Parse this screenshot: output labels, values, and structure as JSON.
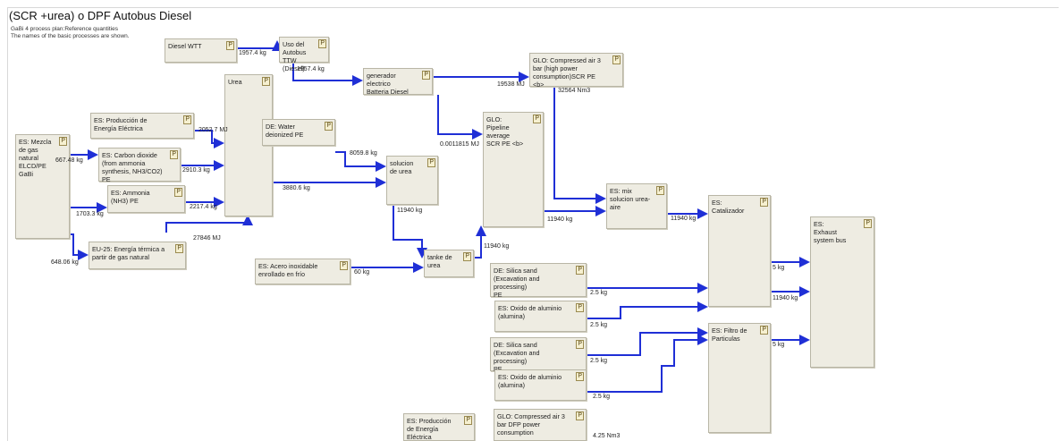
{
  "title": "(SCR +urea) o DPF  Autobus Diesel",
  "subtitle": [
    "GaBi 4 process plan:Reference quantities",
    "The names of the basic processes are shown."
  ],
  "colors": {
    "flow_arrow": "#1f2fd6",
    "process_fill": "#eeece2",
    "process_border": "#b9b6a6"
  },
  "processes": [
    {
      "id": "diesel_wtt",
      "label": "Diesel WTT",
      "icon": "P"
    },
    {
      "id": "uso_autobus",
      "label": "Uso del\nAutobus TTW (Diesel)",
      "icon": "P"
    },
    {
      "id": "generador",
      "label": "generador electrico\nBatteria Diesel",
      "icon": "P"
    },
    {
      "id": "glo_air1",
      "label": "GLO: Compressed air 3\nbar (high power\nconsumption)SCR PE <b>",
      "icon": "P"
    },
    {
      "id": "produccion_ee1",
      "label": "ES: Producción de\nEnergía Eléctrica",
      "icon": "P"
    },
    {
      "id": "mezcla",
      "label": "ES: Mezcla\nde gas natural\nELCD/PE GaBi",
      "icon": "P"
    },
    {
      "id": "co2",
      "label": "ES: Carbon dioxide\n(from ammonia\nsynthesis, NH3/CO2) PE",
      "icon": "P"
    },
    {
      "id": "ammonia",
      "label": "ES: Ammonia\n(NH3) PE",
      "icon": "P"
    },
    {
      "id": "eu25",
      "label": "EU-25: Energía térmica a\npartir de gas natural",
      "icon": "P"
    },
    {
      "id": "urea",
      "label": "Urea",
      "icon": "P"
    },
    {
      "id": "water",
      "label": "DE: Water deionized PE",
      "icon": "P"
    },
    {
      "id": "solucion",
      "label": "solucion\nde urea",
      "icon": "P"
    },
    {
      "id": "pipeline",
      "label": "GLO:\nPipeline average\nSCR PE <b>",
      "icon": "P"
    },
    {
      "id": "acero",
      "label": "ES: Acero inoxidable\nenrollado en frío",
      "icon": "P"
    },
    {
      "id": "tanke",
      "label": "tanke de\nurea",
      "icon": "P"
    },
    {
      "id": "mix",
      "label": "ES: mix\nsolucion urea- aire",
      "icon": "P"
    },
    {
      "id": "catalizador",
      "label": "ES:\nCatalizador",
      "icon": "P"
    },
    {
      "id": "silica1",
      "label": "DE: Silica sand\n(Excavation and processing)\nPE",
      "icon": "P"
    },
    {
      "id": "oxido1",
      "label": "ES: Oxido de aluminio\n(alumina)",
      "icon": "P"
    },
    {
      "id": "silica2",
      "label": "DE: Silica sand\n(Excavation and processing)\nPE",
      "icon": "P"
    },
    {
      "id": "oxido2",
      "label": "ES: Oxido de aluminio\n(alumina)",
      "icon": "P"
    },
    {
      "id": "filtro",
      "label": "ES: Filtro de\nParticulas",
      "icon": "P"
    },
    {
      "id": "exhaust",
      "label": "ES:\nExhaust\nsystem bus",
      "icon": "P"
    },
    {
      "id": "produccion_ee2",
      "label": "ES: Producción\nde Energía Eléctrica",
      "icon": "P"
    },
    {
      "id": "glo_air2",
      "label": "GLO: Compressed air 3\nbar DFP power consumption",
      "icon": "P"
    }
  ],
  "flows": [
    {
      "id": "f_diesel",
      "label": "1957.4 kg"
    },
    {
      "id": "f_uso",
      "label": "1957.4 kg"
    },
    {
      "id": "f_gen_air",
      "label": "19538 MJ"
    },
    {
      "id": "f_air_nm3",
      "label": "32564 Nm3"
    },
    {
      "id": "f_ee_mj",
      "label": "2052.7 MJ"
    },
    {
      "id": "f_mezcla1",
      "label": "667.48 kg"
    },
    {
      "id": "f_co2",
      "label": "2910.3 kg"
    },
    {
      "id": "f_mezcla2",
      "label": "1703.3 kg"
    },
    {
      "id": "f_ammonia",
      "label": "2217.4 kg"
    },
    {
      "id": "f_eu25",
      "label": "27846 MJ"
    },
    {
      "id": "f_mezcla3",
      "label": "648.06 kg"
    },
    {
      "id": "f_urea",
      "label": "3880.6 kg"
    },
    {
      "id": "f_water",
      "label": "8059.8 kg"
    },
    {
      "id": "f_gen_pipe",
      "label": "0.0011815 MJ"
    },
    {
      "id": "f_solucion",
      "label": "11940 kg"
    },
    {
      "id": "f_pipe_mix",
      "label": "11940 kg"
    },
    {
      "id": "f_mix_cat",
      "label": "11940 kg"
    },
    {
      "id": "f_tanke_pipe",
      "label": "11940 kg"
    },
    {
      "id": "f_acero",
      "label": "60 kg"
    },
    {
      "id": "f_silica1",
      "label": "2.5 kg"
    },
    {
      "id": "f_oxido1",
      "label": "2.5 kg"
    },
    {
      "id": "f_silica2",
      "label": "2.5 kg"
    },
    {
      "id": "f_oxido2",
      "label": "2.5 kg"
    },
    {
      "id": "f_cat_5",
      "label": "5 kg"
    },
    {
      "id": "f_cat_11940",
      "label": "11940 kg"
    },
    {
      "id": "f_filtro",
      "label": "5 kg"
    },
    {
      "id": "f_air2",
      "label": "4.25 Nm3"
    }
  ]
}
